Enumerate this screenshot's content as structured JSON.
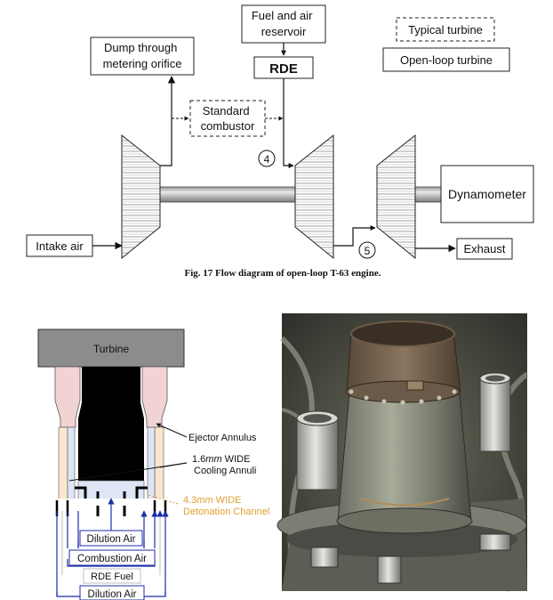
{
  "flow_diagram": {
    "boxes": {
      "dump": "Dump through\nmetering orifice",
      "fuel_reservoir": "Fuel and air\nreservoir",
      "rde": "RDE",
      "standard_combustor": "Standard\ncombustor",
      "intake": "Intake air",
      "dynamometer": "Dynamometer",
      "exhaust": "Exhaust"
    },
    "legend": {
      "typical": "Typical turbine",
      "open_loop": "Open-loop turbine"
    },
    "station_4": "4",
    "station_5": "5",
    "caption": "Fig. 17    Flow diagram of open-loop T-63 engine.",
    "colors": {
      "rde": "#e00000",
      "outline": "#222222"
    }
  },
  "cross_section": {
    "turbine_label": "Turbine",
    "annotations": {
      "ejector": "Ejector Annulus",
      "cooling": "1.6mm WIDE\nCooling Annuli",
      "detonation": "4.3mm WIDE\nDetonation Channel"
    },
    "inlets": {
      "dilution_inner": "Dilution Air",
      "combustion": "Combustion Air",
      "rde_fuel": "RDE Fuel",
      "dilution_outer": "Dilution Air"
    },
    "colors": {
      "turbine": "#8c8c8c",
      "ejector": "#f2d3d3",
      "cooling": "#fae6cf",
      "dilution": "#dde6f5",
      "core": "#000000",
      "arrow_blue": "#1c2ea6",
      "detonation_text": "#e0a030"
    }
  },
  "photo": {
    "description_icon": "rde-hardware-photo"
  }
}
